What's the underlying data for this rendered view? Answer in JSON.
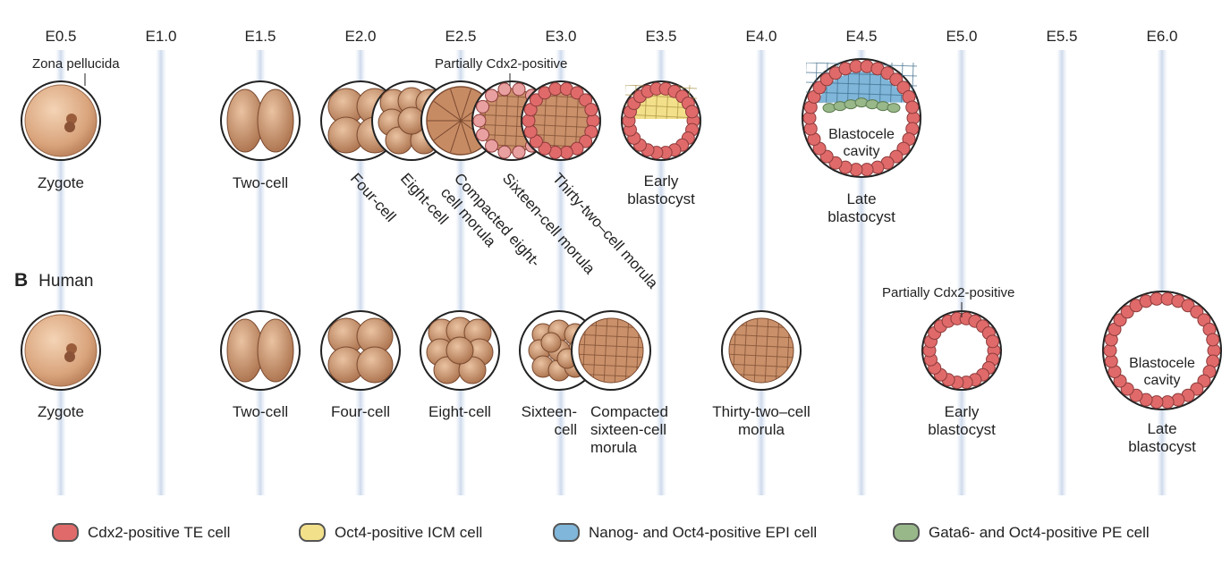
{
  "timeline": [
    "E0.5",
    "E1.0",
    "E1.5",
    "E2.0",
    "E2.5",
    "E3.0",
    "E3.5",
    "E4.0",
    "E4.5",
    "E5.0",
    "E5.5",
    "E6.0"
  ],
  "mouse": {
    "annotation_zona": "Zona pellucida",
    "annotation_cdx2": "Partially Cdx2-positive",
    "stages": {
      "zygote": "Zygote",
      "two_cell": "Two-cell",
      "four_cell": "Four-cell",
      "eight_cell": "Eight-cell",
      "compacted": "Compacted eight-",
      "compacted_2": "cell morula",
      "sixteen": "Sixteen-cell morula",
      "thirty_two": "Thirty-two–cell morula",
      "early_1": "Early",
      "early_2": "blastocyst",
      "late_1": "Late",
      "late_2": "blastocyst",
      "cavity_1": "Blastocele",
      "cavity_2": "cavity"
    }
  },
  "human": {
    "section_letter": "B",
    "section_title": "Human",
    "annotation_cdx2": "Partially Cdx2-positive",
    "stages": {
      "zygote": "Zygote",
      "two_cell": "Two-cell",
      "four_cell": "Four-cell",
      "eight_cell": "Eight-cell",
      "sixteen_1": "Sixteen-",
      "sixteen_2": "cell",
      "compacted_1": "Compacted",
      "compacted_2": "sixteen-cell",
      "compacted_3": "morula",
      "thirty_two_1": "Thirty-two–cell",
      "thirty_two_2": "morula",
      "early_1": "Early",
      "early_2": "blastocyst",
      "late_1": "Late",
      "late_2": "blastocyst",
      "cavity_1": "Blastocele",
      "cavity_2": "cavity"
    }
  },
  "legend": [
    {
      "label": "Cdx2-positive TE cell",
      "color": "#e06a6a"
    },
    {
      "label": "Oct4-positive ICM cell",
      "color": "#f3e08a"
    },
    {
      "label": "Nanog- and Oct4-positive EPI cell",
      "color": "#7fb6d9"
    },
    {
      "label": "Gata6- and Oct4-positive PE cell",
      "color": "#98b88a"
    }
  ]
}
